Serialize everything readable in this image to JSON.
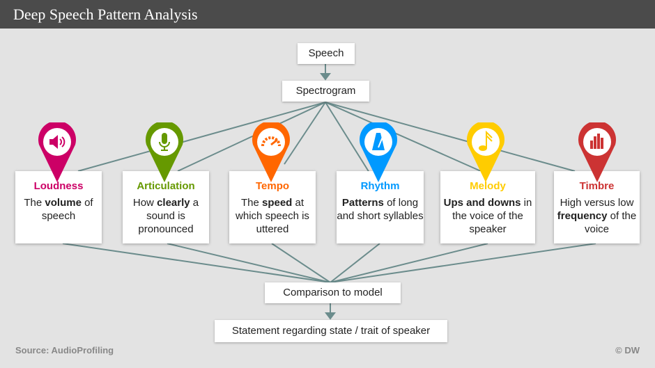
{
  "title": "Deep Speech Pattern Analysis",
  "flow": {
    "speech": "Speech",
    "spectrogram": "Spectrogram",
    "comparison": "Comparison to model",
    "statement": "Statement regarding state / trait of speaker"
  },
  "features": [
    {
      "title": "Loudness",
      "pre": "The ",
      "bold": "volume",
      "post": " of speech",
      "color": "#cc0066",
      "icon": "speaker-icon"
    },
    {
      "title": "Articulation",
      "pre": "How ",
      "bold": "clearly",
      "post": " a sound is pronounced",
      "color": "#669900",
      "icon": "microphone-icon"
    },
    {
      "title": "Tempo",
      "pre": "The ",
      "bold": "speed",
      "post": " at which speech is uttered",
      "color": "#ff6600",
      "icon": "speedometer-icon"
    },
    {
      "title": "Rhythm",
      "pre": "",
      "bold": "Patterns",
      "post": " of long and short syllables",
      "color": "#0099ff",
      "icon": "metronome-icon"
    },
    {
      "title": "Melody",
      "pre": "",
      "bold": "Ups and downs",
      "post": " in the voice of the speaker",
      "color": "#ffcc00",
      "icon": "music-note-icon"
    },
    {
      "title": "Timbre",
      "pre": "High versus low ",
      "bold": "frequency",
      "post": " of the voice",
      "color": "#cc3333",
      "icon": "equalizer-icon"
    }
  ],
  "source": "Source: AudioProfiling",
  "copyright": "© DW"
}
